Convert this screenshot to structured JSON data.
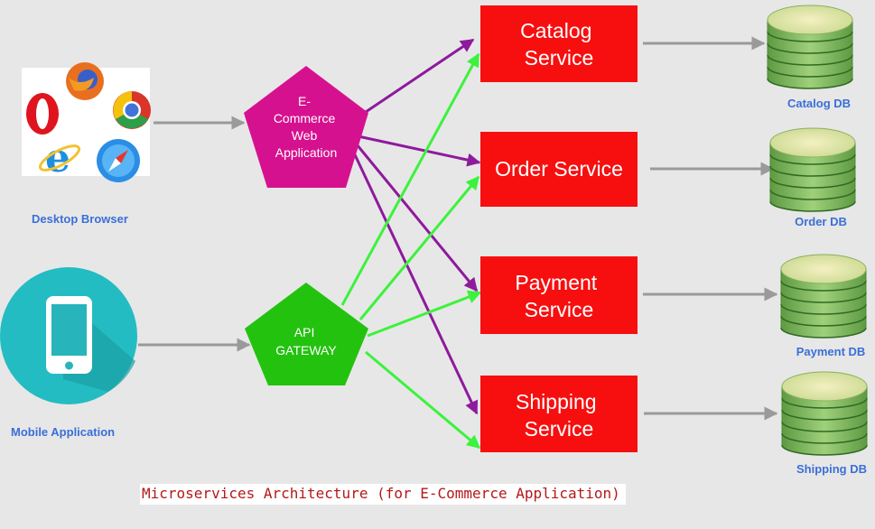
{
  "clients": {
    "desktop_label": "Desktop Browser",
    "mobile_label": "Mobile Application"
  },
  "ecommerce_app": {
    "lines": [
      "E-",
      "Commerce",
      "Web",
      "Application"
    ],
    "color": "#d6118f"
  },
  "api_gateway": {
    "lines": [
      "API",
      "GATEWAY"
    ],
    "color": "#23c20f"
  },
  "services": [
    {
      "lines": [
        "Catalog",
        "Service"
      ],
      "db_label": "Catalog DB"
    },
    {
      "lines": [
        "Order Service"
      ],
      "db_label": "Order DB"
    },
    {
      "lines": [
        "Payment",
        "Service"
      ],
      "db_label": "Payment DB"
    },
    {
      "lines": [
        "Shipping",
        "Service"
      ],
      "db_label": "Shipping DB"
    }
  ],
  "colors": {
    "service_box": "#f70f0f",
    "purple_arrow": "#8e1a9c",
    "green_arrow": "#3cf23c",
    "gray_arrow": "#9a9a9a",
    "label_blue": "#3a6fd8"
  },
  "caption": "Microservices Architecture (for E-Commerce Application)"
}
